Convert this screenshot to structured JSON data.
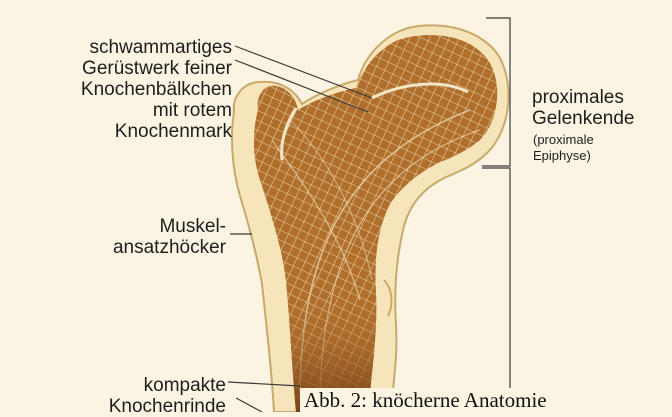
{
  "labels": {
    "spongy": [
      "schwammartiges",
      "Gerüstwerk feiner",
      "Knochenbälkchen",
      "mit rotem",
      "Knochenmark"
    ],
    "muscle": [
      "Muskel-",
      "ansatzhöcker"
    ],
    "compact": [
      "kompakte",
      "Knochenrinde"
    ],
    "proximal": [
      "proximales",
      "Gelenkende"
    ],
    "epiphysis": [
      "(proximale",
      "Epiphyse)"
    ]
  },
  "caption": "Abb. 2: knöcherne  Anatomie",
  "colors": {
    "background": "#fbf4e2",
    "cortex": "#f6e5ba",
    "cortex_edge": "#c9a96b",
    "spongy_bone": "#b06f2c",
    "trabeculae": "#ecd9b0",
    "marrow": "#7a3f18",
    "leader_line": "#3a3a3a"
  }
}
